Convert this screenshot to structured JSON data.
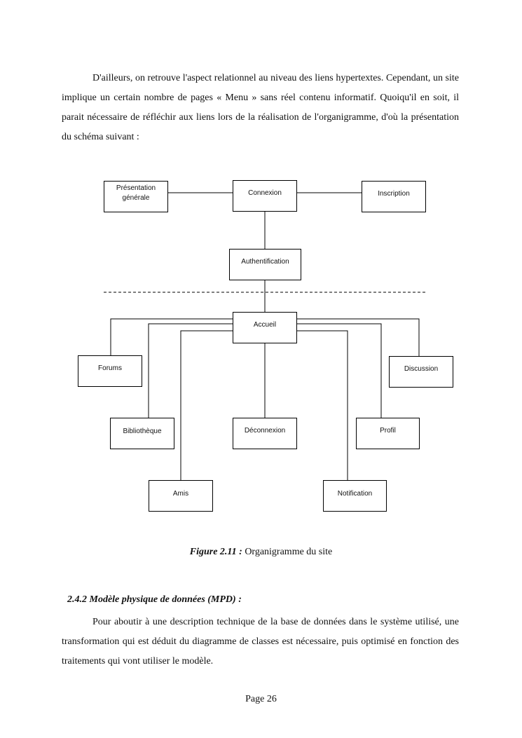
{
  "paragraph1": "D'ailleurs, on retrouve l'aspect relationnel au niveau des liens hypertextes. Cependant, un site implique un certain nombre de pages « Menu » sans réel contenu informatif. Quoiqu'il en soit, il parait nécessaire de réfléchir aux liens lors de la réalisation de l'organigramme, d'où la présentation du schéma suivant :",
  "diagram": {
    "nodes": {
      "presentation": "Présentation générale",
      "connexion": "Connexion",
      "inscription": "Inscription",
      "authentification": "Authentification",
      "accueil": "Accueil",
      "forums": "Forums",
      "discussion": "Discussion",
      "bibliotheque": "Bibliothèque",
      "deconnexion": "Déconnexion",
      "profil": "Profil",
      "amis": "Amis",
      "notification": "Notification"
    }
  },
  "caption": {
    "figure_label": "Figure 2.11 :",
    "text": " Organigramme du site"
  },
  "section_heading": "2.4.2  Modèle physique de données (MPD) :",
  "paragraph2": "Pour aboutir à une description technique de la base de données dans le système utilisé, une transformation qui est déduit du diagramme de classes est nécessaire, puis optimisé en fonction des traitements qui vont utiliser le modèle.",
  "page_number": "Page 26"
}
